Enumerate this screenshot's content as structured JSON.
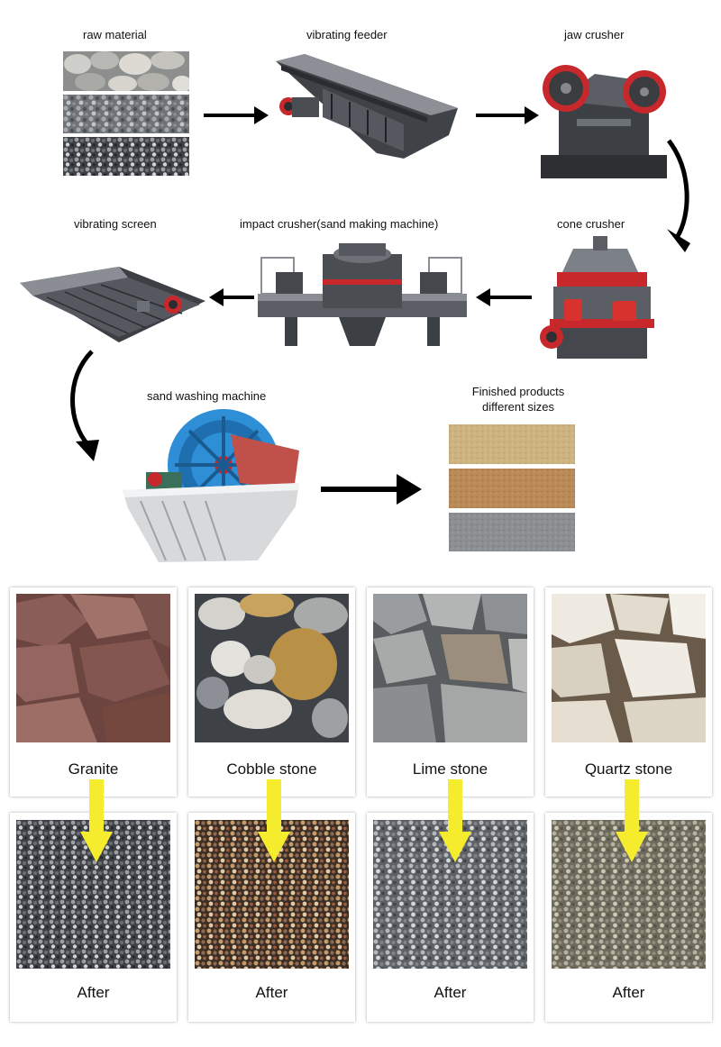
{
  "flow": {
    "raw_material": "raw  material",
    "vibrating_feeder": "vibrating feeder",
    "jaw_crusher": "jaw crusher",
    "cone_crusher": "cone crusher",
    "impact_crusher": "impact crusher(sand making machine)",
    "vibrating_screen": "vibrating screen",
    "sand_washing": "sand washing machine",
    "finished_line1": "Finished products",
    "finished_line2": "different sizes"
  },
  "stones": [
    {
      "name": "Granite",
      "after": "After"
    },
    {
      "name": "Cobble stone",
      "after": "After"
    },
    {
      "name": "Lime  stone",
      "after": "After"
    },
    {
      "name": "Quartz stone",
      "after": "After"
    }
  ],
  "colors": {
    "arrow_yellow": "#f5ec2e",
    "sand_light": "#cdb37f",
    "sand_orange": "#b98a57",
    "sand_gray": "#8b8f92",
    "machine_gray": "#4a4d52",
    "machine_red": "#c7282b",
    "wheel_blue": "#2e8fd6"
  }
}
